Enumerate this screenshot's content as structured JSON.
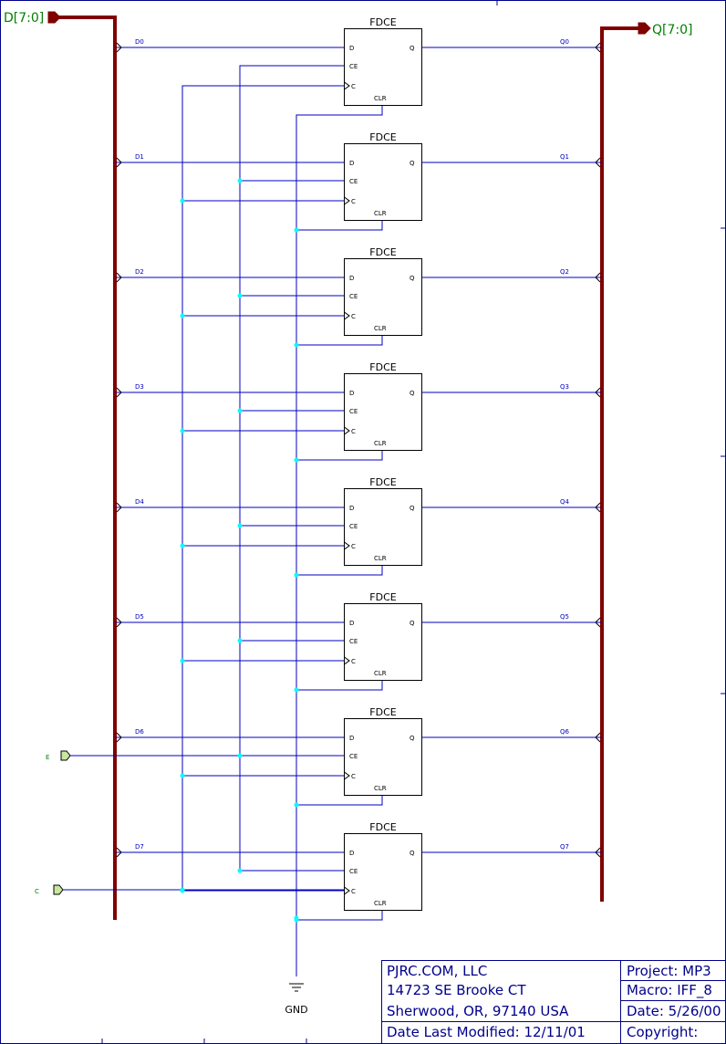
{
  "input_bus": {
    "label": "D[7:0]"
  },
  "output_bus": {
    "label": "Q[7:0]"
  },
  "cell_type": "FDCE",
  "pins": {
    "d": "D",
    "ce": "CE",
    "c": "C",
    "clr": "CLR",
    "q": "Q"
  },
  "bits": [
    {
      "d": "D0",
      "q": "Q0"
    },
    {
      "d": "D1",
      "q": "Q1"
    },
    {
      "d": "D2",
      "q": "Q2"
    },
    {
      "d": "D3",
      "q": "Q3"
    },
    {
      "d": "D4",
      "q": "Q4"
    },
    {
      "d": "D5",
      "q": "Q5"
    },
    {
      "d": "D6",
      "q": "Q6"
    },
    {
      "d": "D7",
      "q": "Q7"
    }
  ],
  "enable_port": {
    "label": "E"
  },
  "clock_port": {
    "label": "C"
  },
  "ground": {
    "label": "GND"
  },
  "title_block": {
    "company": "PJRC.COM, LLC",
    "address": "14723 SE Brooke CT",
    "city": "Sherwood, OR, 97140 USA",
    "modified": "Date Last Modified: 12/11/01",
    "project": "Project: MP3",
    "macro": "Macro: IFF_8",
    "date": "Date: 5/26/00",
    "copyright": "Copyright:"
  },
  "colors": {
    "wire": "#0000c0",
    "bus": "#800000",
    "symbol": "#000000",
    "junction": "#00ffff",
    "port_label": "#008000",
    "border": "#00008b",
    "port_fill": "#c8e6a0"
  }
}
